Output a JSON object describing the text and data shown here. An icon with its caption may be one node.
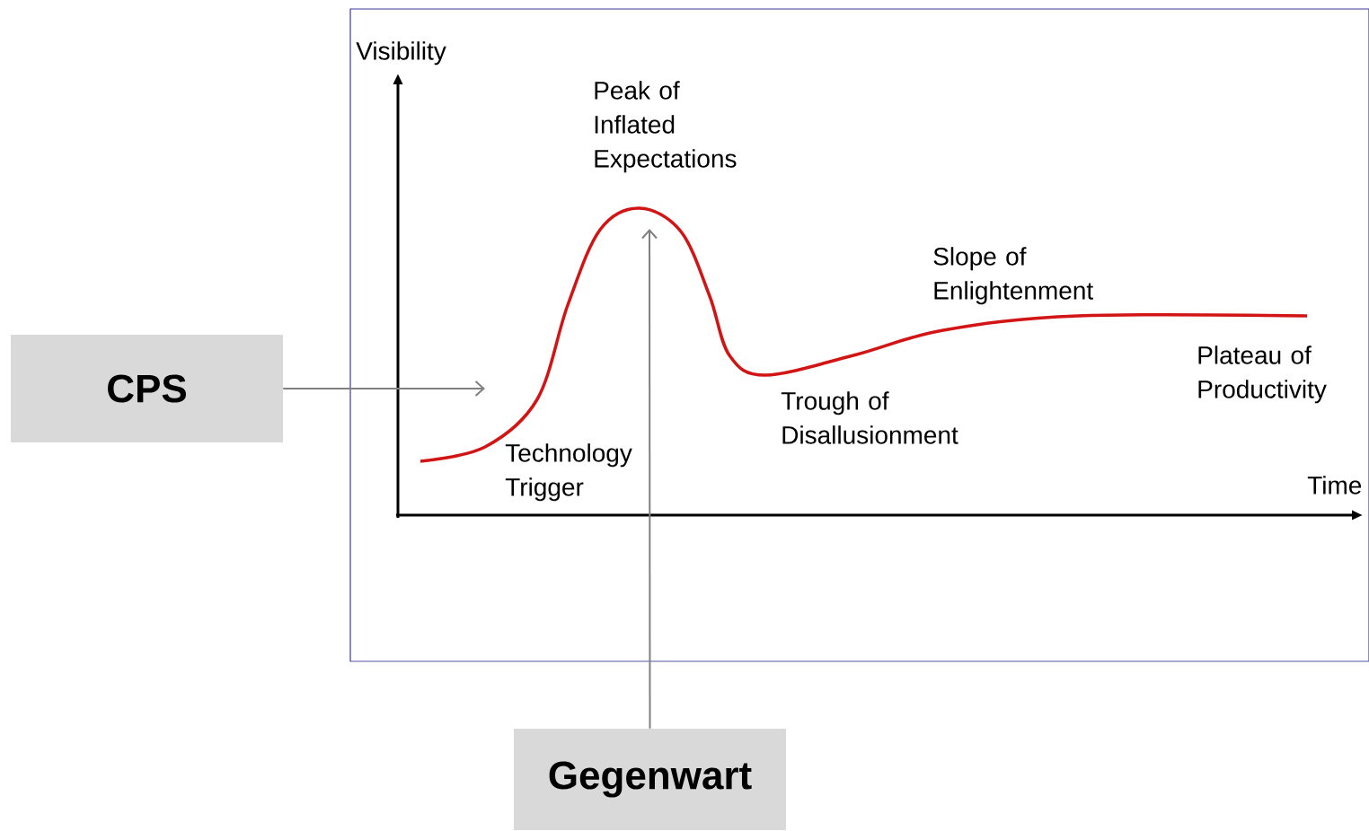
{
  "diagram": {
    "nodes": [
      {
        "text": [
          "CPS"
        ]
      },
      {
        "text": [
          "Gegenwart"
        ]
      }
    ],
    "edges": [
      {
        "from": 0,
        "to": null,
        "arrow": "to",
        "color": "#808080"
      },
      {
        "from": 1,
        "to": null,
        "arrow": "to",
        "color": "#808080"
      }
    ],
    "labels": [
      "Visibility",
      "Peak of Inflated Expectations",
      "Slope of Enlightenment",
      "Plateau of Productivity",
      "Trough of Disallusionment",
      "Technology Trigger",
      "Time"
    ]
  }
}
